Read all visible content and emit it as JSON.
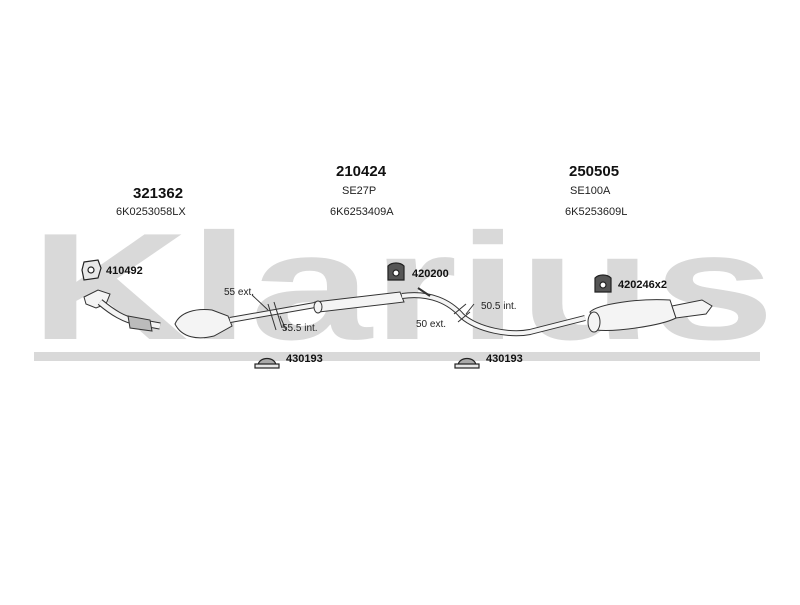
{
  "watermark": {
    "text": "Klarius",
    "color": "#d9d9d9"
  },
  "colors": {
    "pipe_fill": "#f4f4f4",
    "stroke": "#333333"
  },
  "parts": [
    {
      "number": "321362",
      "code": "6K0253058LX"
    },
    {
      "number": "210424",
      "ref": "SE27P",
      "code": "6K6253409A"
    },
    {
      "number": "250505",
      "ref": "SE100A",
      "code": "6K5253609L"
    }
  ],
  "accessories": [
    {
      "number": "410492",
      "icon": "gasket-icon"
    },
    {
      "number": "420200",
      "icon": "rubber-hanger-icon"
    },
    {
      "number": "420246x2",
      "icon": "rubber-hanger-icon"
    },
    {
      "number": "430193",
      "icon": "clamp-icon"
    },
    {
      "number": "430193",
      "icon": "clamp-icon"
    }
  ],
  "dimensions": [
    "55 ext.",
    "55.5 int.",
    "50.5 int.",
    "50 ext."
  ]
}
